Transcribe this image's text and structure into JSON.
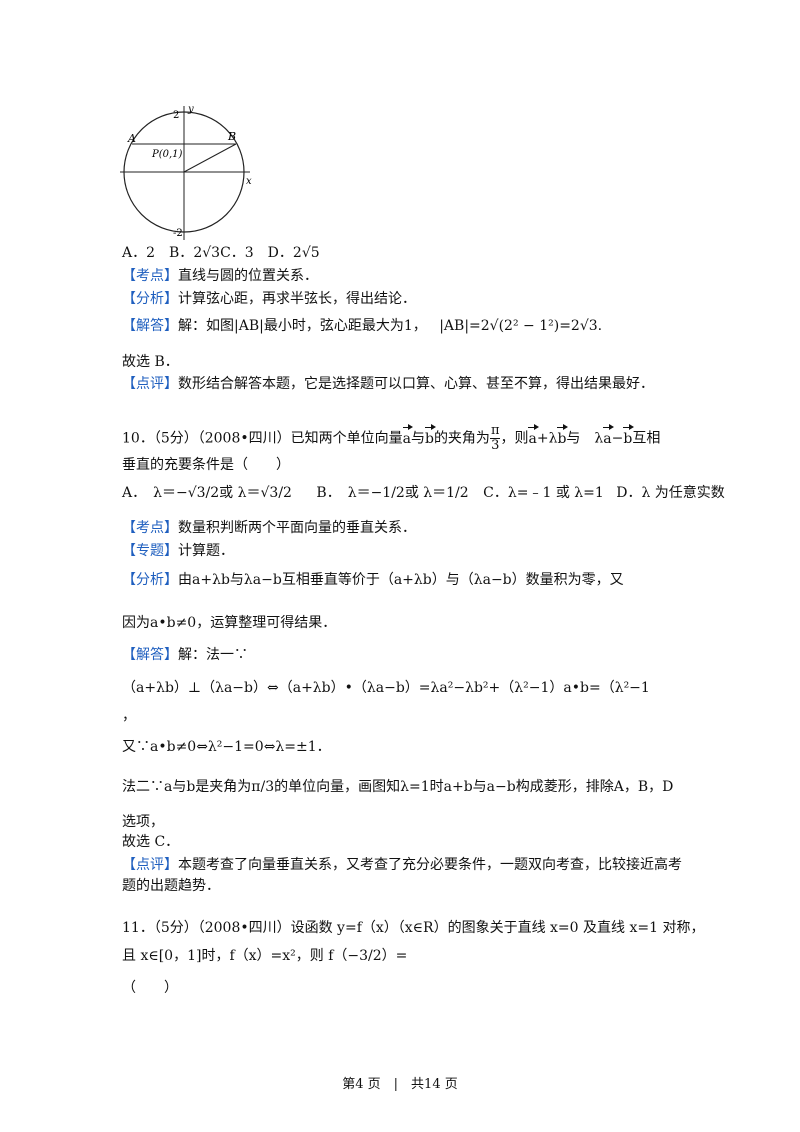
{
  "figure": {
    "label_y": "y",
    "label_x": "x",
    "label_2": "2",
    "label_neg2": "-2",
    "label_A": "A",
    "label_B": "B",
    "label_P": "P(0,1)"
  },
  "q9": {
    "options": "A．2　B．",
    "opt_b_val": "2√3",
    "opt_c": "C．3　D．",
    "opt_d_val": "2√5",
    "kaodian_tag": "【考点】",
    "kaodian": "直线与圆的位置关系．",
    "fenxi_tag": "【分析】",
    "fenxi": "计算弦心距，再求半弦长，得出结论．",
    "jieda_tag": "【解答】",
    "jieda": "解：如图|AB|最小时，弦心距最大为1，",
    "jieda_formula": "|AB|=2√(2² − 1²)=2√3.",
    "guxuan": "故选 B．",
    "dianping_tag": "【点评】",
    "dianping": "数形结合解答本题，它是选择题可以口算、心算、甚至不算，得出结果最好．"
  },
  "q10": {
    "stem_a": "10．（5分）（2008•四川）已知两个单位向量",
    "stem_b": "与",
    "stem_c": "的夹角为",
    "stem_frac_num": "π",
    "stem_frac_den": "3",
    "stem_d": "，则",
    "stem_e": "与",
    "stem_f": "互相",
    "stem_line2": "垂直的充要条件是（　　）",
    "opt_a": "A．　λ＝−√3/2或 λ＝√3/2",
    "opt_b": "B．　λ＝−1/2或 λ＝1/2",
    "opt_c": "C．λ=﹣1 或 λ=1",
    "opt_d": "D．λ 为任意实数",
    "kaodian_tag": "【考点】",
    "kaodian": "数量积判断两个平面向量的垂直关系．",
    "zhuanti_tag": "【专题】",
    "zhuanti": "计算题．",
    "fenxi_tag": "【分析】",
    "fenxi_1": "由a+λb与λa−b互相垂直等价于（a+λb）与（λa−b）数量积为零，又",
    "fenxi_2": "因为a•b≠0，运算整理可得结果．",
    "jieda_tag": "【解答】",
    "jieda_1": "解：法一∵",
    "jieda_2": "（a+λb）⊥（λa−b）⇔（a+λb）•（λa−b）=λa²−λb²+（λ²−1）a•b=（λ²−1",
    "jieda_3": "，",
    "jieda_4": "又∵a•b≠0⇔λ²−1=0⇔λ=±1．",
    "fa2_1": "法二∵a与b是夹角为π/3的单位向量，画图知λ=1时a+b与a−b构成菱形，排除A，B，D",
    "fa2_2": "选项，",
    "guxuan": "故选 C．",
    "dianping_tag": "【点评】",
    "dianping_1": "本题考查了向量垂直关系，又考查了充分必要条件，一题双向考查，比较接近高考",
    "dianping_2": "题的出题趋势．"
  },
  "q11": {
    "stem_1": "11．（5分）（2008•四川）设函数 y=f（x）（x∈R）的图象关于直线 x=0 及直线 x=1 对称，",
    "stem_2": "且 x∈[0，1]时，f（x）=x²，则 f（−3/2）=",
    "stem_3": "（　　）"
  },
  "footer": "第4 页　|　共14 页"
}
